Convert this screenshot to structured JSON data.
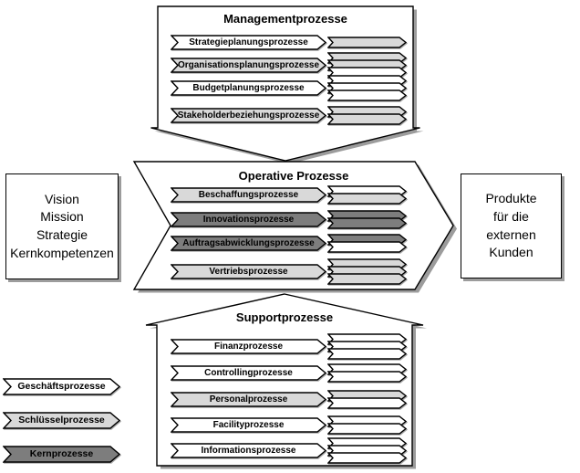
{
  "diagram": {
    "left_box": {
      "lines": [
        "Vision",
        "Mission",
        "Strategie",
        "Kernkompetenzen"
      ]
    },
    "right_box": {
      "lines": [
        "Produkte",
        "für die",
        "externen",
        "Kunden"
      ]
    },
    "sections": {
      "management": {
        "title": "Managementprozesse",
        "rows": [
          {
            "label": "Strategieplanungsprozesse",
            "fill": "white",
            "stack": [
              "light_gray"
            ]
          },
          {
            "label": "Organisationsplanungsprozesse",
            "fill": "light_gray",
            "stack": [
              "light_gray",
              "light_gray",
              "white"
            ]
          },
          {
            "label": "Budgetplanungsprozesse",
            "fill": "white",
            "stack": [
              "white",
              "white",
              "white"
            ]
          },
          {
            "label": "Stakeholderbeziehungsprozesse",
            "fill": "light_gray",
            "stack": [
              "light_gray",
              "light_gray"
            ]
          }
        ]
      },
      "operative": {
        "title": "Operative Prozesse",
        "rows": [
          {
            "label": "Beschaffungsprozesse",
            "fill": "light_gray",
            "stack": [
              "white",
              "light_gray"
            ]
          },
          {
            "label": "Innovationsprozesse",
            "fill": "dark_gray",
            "stack": [
              "dark_gray",
              "dark_gray"
            ]
          },
          {
            "label": "Auftragsabwicklungsprozesse",
            "fill": "dark_gray",
            "stack": [
              "dark_gray",
              "white"
            ]
          },
          {
            "label": "Vertriebsprozesse",
            "fill": "light_gray",
            "stack": [
              "light_gray",
              "light_gray",
              "light_gray"
            ]
          }
        ]
      },
      "support": {
        "title": "Supportprozesse",
        "rows": [
          {
            "label": "Finanzprozesse",
            "fill": "white",
            "stack": [
              "white",
              "white",
              "white"
            ]
          },
          {
            "label": "Controllingprozesse",
            "fill": "white",
            "stack": [
              "white",
              "white"
            ]
          },
          {
            "label": "Personalprozesse",
            "fill": "light_gray",
            "stack": [
              "light_gray",
              "white"
            ]
          },
          {
            "label": "Facilityprozesse",
            "fill": "white",
            "stack": [
              "white",
              "white"
            ]
          },
          {
            "label": "Informationsprozesse",
            "fill": "white",
            "stack": [
              "white",
              "white",
              "white"
            ]
          }
        ]
      }
    },
    "legend": {
      "items": [
        {
          "label": "Geschäftsprozesse",
          "fill": "white"
        },
        {
          "label": "Schlüsselprozesse",
          "fill": "light_gray"
        },
        {
          "label": "Kernprozesse",
          "fill": "dark_gray"
        }
      ]
    },
    "colors": {
      "white": "#ffffff",
      "light_gray": "#d9d9d9",
      "dark_gray": "#7d7d7d",
      "outline": "#000000",
      "shadow": "#9c9c9c"
    }
  }
}
